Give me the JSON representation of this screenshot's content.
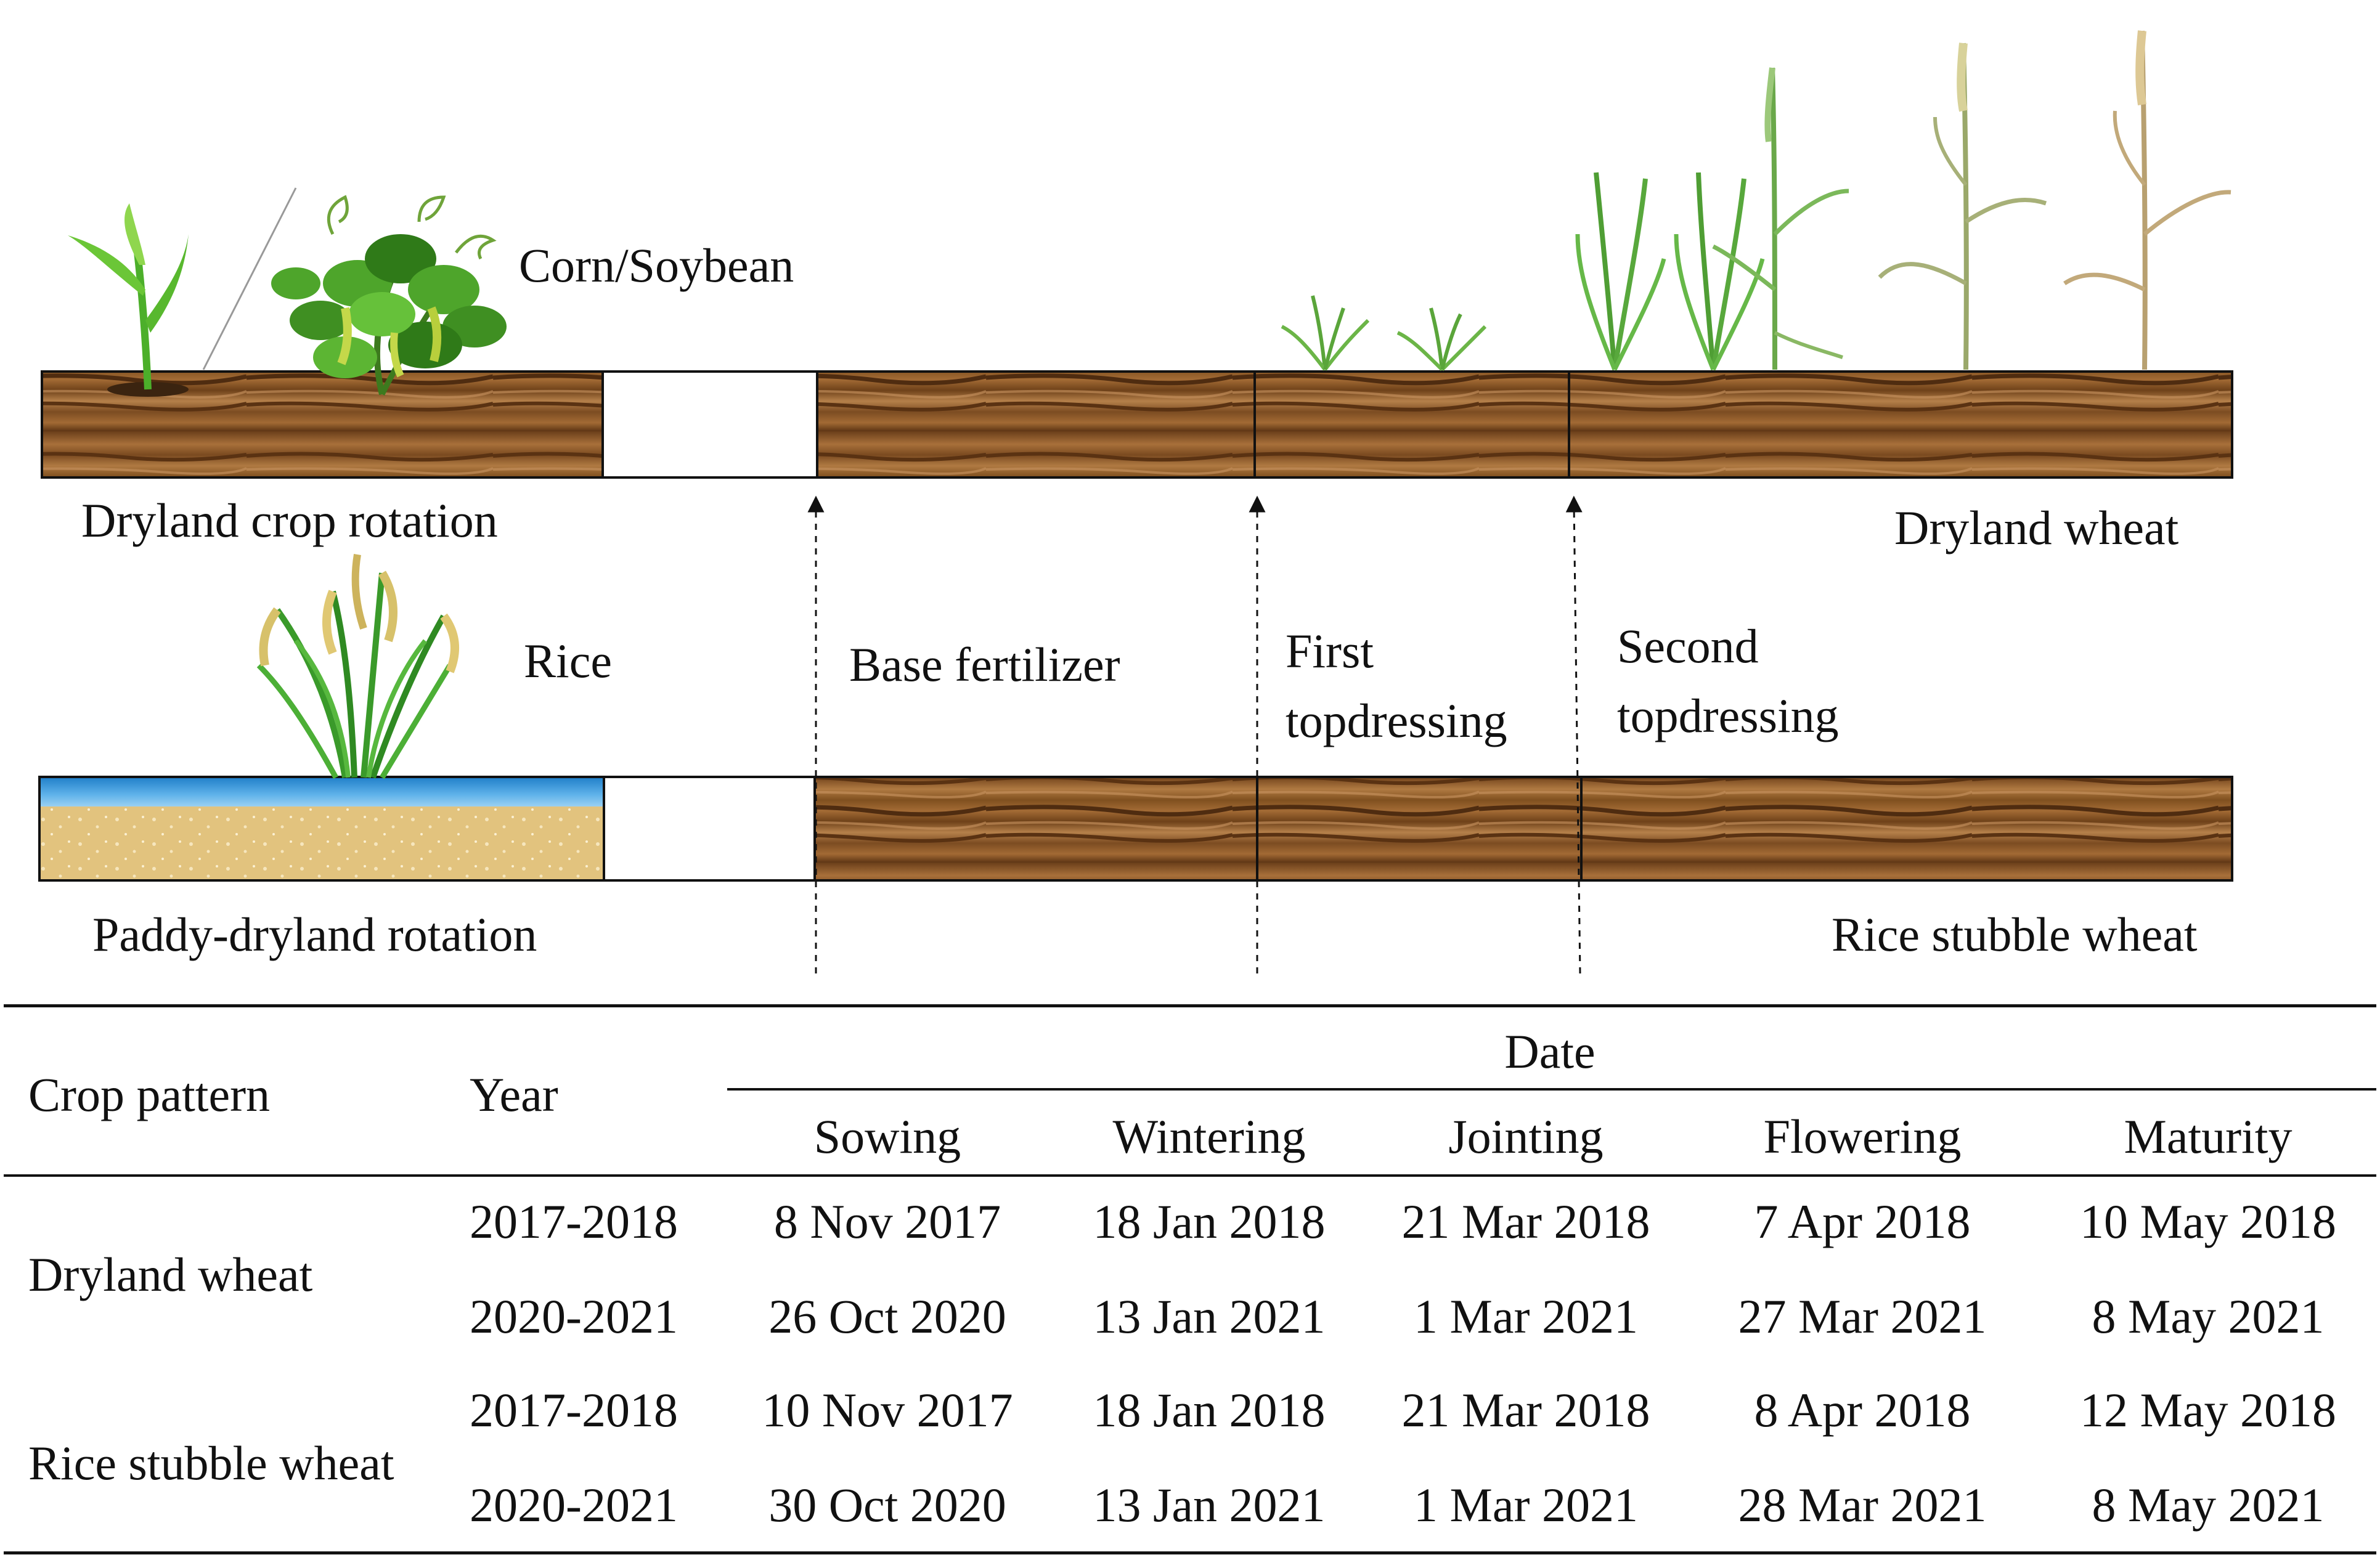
{
  "diagram": {
    "dryland": {
      "crop_label": "Corn/Soybean",
      "rotation_label": "Dryland crop rotation",
      "wheat_label": "Dryland wheat"
    },
    "paddy": {
      "crop_label": "Rice",
      "rotation_label": "Paddy-dryland rotation",
      "wheat_label": "Rice stubble wheat"
    },
    "events": [
      {
        "label": "Base fertilizer"
      },
      {
        "label": "First\ntopdressing"
      },
      {
        "label": "Second\ntopdressing"
      }
    ]
  },
  "table": {
    "headers": {
      "crop_pattern": "Crop pattern",
      "year": "Year",
      "date_group": "Date",
      "stages": [
        "Sowing",
        "Wintering",
        "Jointing",
        "Flowering",
        "Maturity"
      ]
    },
    "groups": [
      {
        "pattern": "Dryland wheat",
        "rows": [
          {
            "year": "2017-2018",
            "dates": [
              "8 Nov 2017",
              "18 Jan 2018",
              "21 Mar 2018",
              "7 Apr 2018",
              "10 May 2018"
            ]
          },
          {
            "year": "2020-2021",
            "dates": [
              "26 Oct 2020",
              "13 Jan 2021",
              "1 Mar 2021",
              "27 Mar 2021",
              "8 May 2021"
            ]
          }
        ]
      },
      {
        "pattern": "Rice stubble wheat",
        "rows": [
          {
            "year": "2017-2018",
            "dates": [
              "10 Nov 2017",
              "18 Jan 2018",
              "21 Mar 2018",
              "8 Apr 2018",
              "12 May 2018"
            ]
          },
          {
            "year": "2020-2021",
            "dates": [
              "30 Oct 2020",
              "13 Jan 2021",
              "1 Mar 2021",
              "28 Mar 2021",
              "8 May 2021"
            ]
          }
        ]
      }
    ]
  }
}
